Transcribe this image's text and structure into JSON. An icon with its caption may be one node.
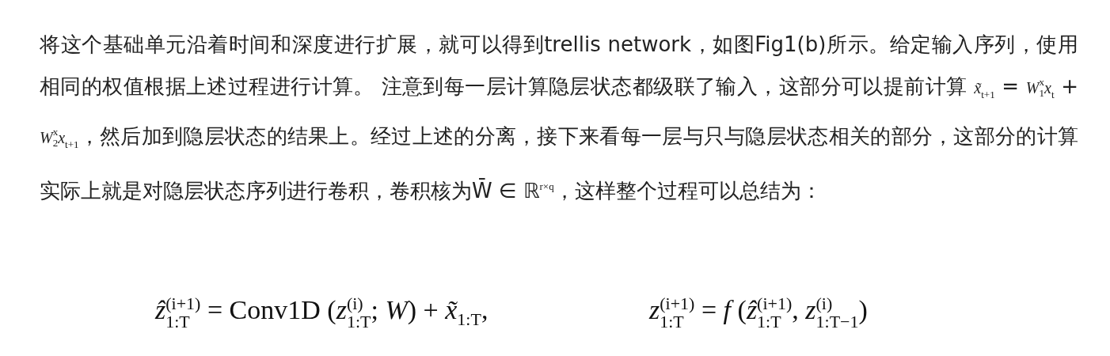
{
  "diagram": {
    "labels": [
      "将这个基础单元沿着时间和深度进行扩展，就可以得到trellis network，如图Fig1(b)所示。给定输入序列，使用相同的权值根据上述过程进行计算。 注意到每一层计算隐层状态都级联了输入，这部分可以提前计算 *x̃*$_{t+1}$ = *W*$_{1}$$^{x}$*x*$_{t}$ + *W*$_{2}$$^{x}$*x*$_{t+1}$，然后加到隐层状态的结果上。经过上述的分离，接下来看每一层与只与隐层状态相关的部分，这部分的计算实际上就是对隐层状态序列进行卷积，卷积核为W̄ ∈ ℝ$^{r×q}$，这样整个过程可以总结为：",
      "*ẑ*$_{1:T}$$^{(i+1)}$ = Conv1D (*z*$_{1:T}$$^{(i)}$; *W*) + *x̃*$_{1:T}$,",
      "*z*$_{1:T}$$^{(i+1)}$ = *f* (*ẑ*$_{1:T}$$^{(i+1)}$, *z*$_{1:T−1}$$^{(i)}$)"
    ]
  }
}
